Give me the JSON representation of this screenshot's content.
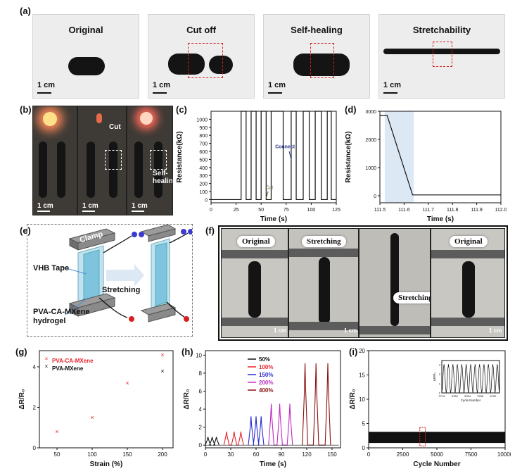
{
  "panel_a": {
    "label": "(a)",
    "photos": [
      {
        "title": "Original",
        "scale": "1 cm"
      },
      {
        "title": "Cut off",
        "scale": "1 cm"
      },
      {
        "title": "Self-healing",
        "scale": "1 cm"
      },
      {
        "title": "Stretchability",
        "scale": "1 cm"
      }
    ]
  },
  "panel_b": {
    "label": "(b)",
    "cut_label": "Cut",
    "heal_label": "Self-\nhealing",
    "scale": "1 cm"
  },
  "panel_e": {
    "label": "(e)",
    "clamp": "Clamp",
    "vhb": "VHB Tape",
    "gel": "PVA-CA-MXene\nhydrogel",
    "arrow": "Stretching"
  },
  "panel_f": {
    "label": "(f)",
    "tags": [
      "Original",
      "Stretching",
      "Stretching",
      "Original"
    ],
    "scale": "1 cm"
  },
  "colors": {
    "red": "#e8242b",
    "black": "#111111"
  },
  "chart_data": [
    {
      "id": "c",
      "label": "(c)",
      "type": "line",
      "xlabel": "Time (s)",
      "ylabel": "Resistance(kΩ)",
      "xlim": [
        0,
        125
      ],
      "ylim": [
        -40,
        1100
      ],
      "xticks": [
        0,
        25,
        50,
        75,
        100,
        125
      ],
      "yticks": [
        0,
        100,
        200,
        300,
        400,
        500,
        600,
        700,
        800,
        900,
        1000
      ],
      "series": [
        {
          "x": [
            0,
            30,
            30,
            35,
            35,
            40,
            40,
            45,
            45,
            50,
            50,
            55,
            55,
            60,
            60,
            72,
            72,
            80,
            80,
            85,
            85,
            92,
            92,
            98,
            98,
            104,
            104,
            110,
            110,
            116,
            116,
            120,
            120,
            125
          ],
          "y": [
            0,
            0,
            1100,
            1100,
            0,
            0,
            1100,
            1100,
            0,
            0,
            1100,
            1100,
            0,
            0,
            1100,
            1100,
            0,
            0,
            1100,
            1100,
            0,
            0,
            1100,
            1100,
            0,
            0,
            1100,
            1100,
            0,
            0,
            1100,
            1100,
            0,
            0
          ]
        }
      ],
      "annotations": [
        {
          "text": "Connect",
          "x": 78,
          "y": 640
        },
        {
          "text": "Cut",
          "x": 58,
          "y": 130
        }
      ]
    },
    {
      "id": "d",
      "label": "(d)",
      "type": "line",
      "xlabel": "Time (s)",
      "ylabel": "Resistance(kΩ)",
      "xlim": [
        111.5,
        112.0
      ],
      "ylim": [
        -250,
        3000
      ],
      "xticks": [
        111.5,
        111.6,
        111.7,
        111.8,
        111.9,
        112.0
      ],
      "xticklabels": [
        "111.5",
        "111.6",
        "111.7",
        "111.8",
        "111.9",
        "112.0"
      ],
      "yticks": [
        0,
        1000,
        2000,
        3000
      ],
      "shaded": [
        111.52,
        111.64
      ],
      "series": [
        {
          "x": [
            111.5,
            111.53,
            111.635,
            112.0
          ],
          "y": [
            2850,
            2850,
            30,
            30
          ]
        }
      ]
    },
    {
      "id": "g",
      "label": "(g)",
      "type": "scatter",
      "xlabel": "Strain (%)",
      "ylabel": "ΔR/R₀",
      "xlim": [
        25,
        215
      ],
      "ylim": [
        0,
        4.8
      ],
      "xticks": [
        50,
        100,
        150,
        200
      ],
      "yticks": [
        0,
        2,
        4
      ],
      "legend": "top-left",
      "series": [
        {
          "name": "PVA-CA-MXene",
          "color": "#e8242b",
          "x": [
            50,
            100,
            150,
            200
          ],
          "y": [
            0.8,
            1.5,
            3.2,
            4.6
          ]
        },
        {
          "name": "PVA-MXene",
          "color": "#111111",
          "x": [
            200
          ],
          "y": [
            3.8
          ]
        }
      ]
    },
    {
      "id": "h",
      "label": "(h)",
      "type": "line",
      "xlabel": "Time (s)",
      "ylabel": "ΔR/R₀",
      "xlim": [
        0,
        160
      ],
      "ylim": [
        -0.3,
        10.5
      ],
      "xticks": [
        0,
        30,
        60,
        90,
        120,
        150
      ],
      "yticks": [
        0,
        2,
        4,
        6,
        8,
        10
      ],
      "legend": "top-left",
      "series": [
        {
          "name": "50%",
          "color": "#111111",
          "peaks": [
            3,
            8,
            13
          ],
          "height": 0.9
        },
        {
          "name": "100%",
          "color": "#e8242b",
          "peaks": [
            25,
            34,
            42
          ],
          "height": 1.5
        },
        {
          "name": "150%",
          "color": "#2a2ad0",
          "peaks": [
            54,
            60,
            66
          ],
          "height": 3.2
        },
        {
          "name": "200%",
          "color": "#c02ac0",
          "peaks": [
            78,
            88,
            100
          ],
          "height": 4.6
        },
        {
          "name": "400%",
          "color": "#8b1010",
          "peaks": [
            118,
            131,
            145
          ],
          "height": 9.1
        }
      ]
    },
    {
      "id": "i",
      "label": "(i)",
      "type": "line",
      "xlabel": "Cycle Number",
      "ylabel": "ΔR/R₀",
      "xlim": [
        0,
        10000
      ],
      "ylim": [
        0,
        20
      ],
      "xticks": [
        0,
        2500,
        5000,
        7500,
        10000
      ],
      "yticks": [
        0,
        5,
        10,
        15,
        20
      ],
      "band": [
        1,
        3.3
      ],
      "inset": {
        "xlabel": "Cycle Number",
        "ylabel": "ΔR/R₀",
        "xlim": [
          3776,
          3794
        ],
        "xticks": [
          3776,
          3780,
          3784,
          3788,
          3792
        ],
        "ylim": [
          0,
          3.5
        ],
        "yticks": [
          0,
          1,
          2,
          3
        ],
        "peak": 3.1,
        "count": 13
      }
    }
  ]
}
